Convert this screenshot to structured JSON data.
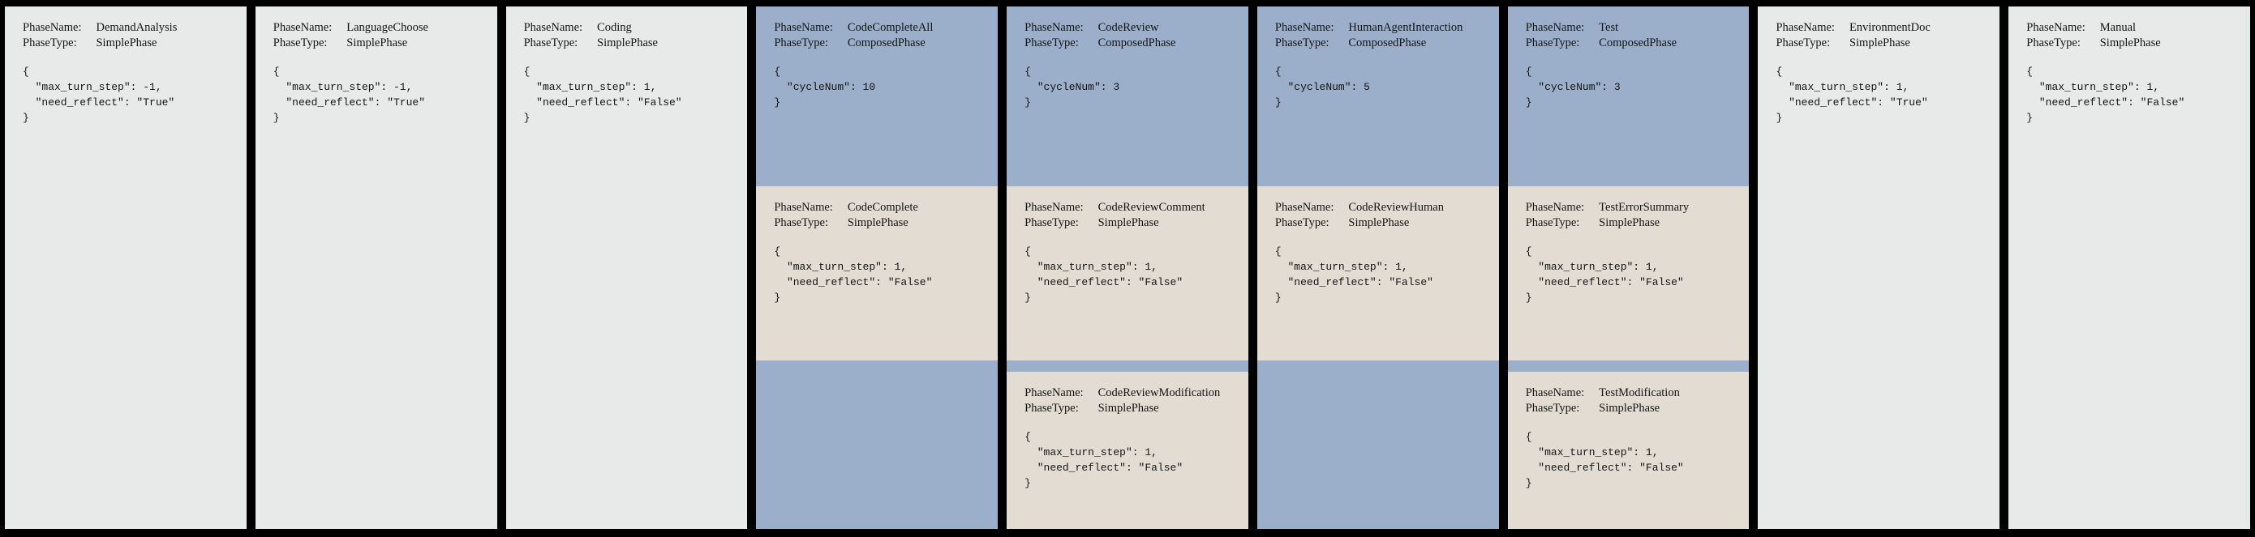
{
  "diagram": {
    "label_phase_name": "PhaseName:",
    "label_phase_type": "PhaseType:",
    "colors": {
      "background": "#000000",
      "simple_card": "#e7eae9",
      "composed_card": "#9cafca",
      "sub_card": "#e3dcd3",
      "text": "#141414"
    }
  },
  "phases": [
    {
      "name": "DemandAnalysis",
      "type": "SimplePhase",
      "config": "{\n  \"max_turn_step\": -1,\n  \"need_reflect\": \"True\"\n}",
      "kind": "simple",
      "subphases": []
    },
    {
      "name": "LanguageChoose",
      "type": "SimplePhase",
      "config": "{\n  \"max_turn_step\": -1,\n  \"need_reflect\": \"True\"\n}",
      "kind": "simple",
      "subphases": []
    },
    {
      "name": "Coding",
      "type": "SimplePhase",
      "config": "{\n  \"max_turn_step\": 1,\n  \"need_reflect\": \"False\"\n}",
      "kind": "simple",
      "subphases": []
    },
    {
      "name": "CodeCompleteAll",
      "type": "ComposedPhase",
      "config": "{\n  \"cycleNum\": 10\n}",
      "kind": "composed",
      "subphases": [
        {
          "name": "CodeComplete",
          "type": "SimplePhase",
          "config": "{\n  \"max_turn_step\": 1,\n  \"need_reflect\": \"False\"\n}"
        }
      ]
    },
    {
      "name": "CodeReview",
      "type": "ComposedPhase",
      "config": "{\n  \"cycleNum\": 3\n}",
      "kind": "composed",
      "subphases": [
        {
          "name": "CodeReviewComment",
          "type": "SimplePhase",
          "config": "{\n  \"max_turn_step\": 1,\n  \"need_reflect\": \"False\"\n}"
        },
        {
          "name": "CodeReviewModification",
          "type": "SimplePhase",
          "config": "{\n  \"max_turn_step\": 1,\n  \"need_reflect\": \"False\"\n}"
        }
      ]
    },
    {
      "name": "HumanAgentInteraction",
      "type": "ComposedPhase",
      "config": "{\n  \"cycleNum\": 5\n}",
      "kind": "composed",
      "subphases": [
        {
          "name": "CodeReviewHuman",
          "type": "SimplePhase",
          "config": "{\n  \"max_turn_step\": 1,\n  \"need_reflect\": \"False\"\n}"
        }
      ]
    },
    {
      "name": "Test",
      "type": "ComposedPhase",
      "config": "{\n  \"cycleNum\": 3\n}",
      "kind": "composed",
      "subphases": [
        {
          "name": "TestErrorSummary",
          "type": "SimplePhase",
          "config": "{\n  \"max_turn_step\": 1,\n  \"need_reflect\": \"False\"\n}"
        },
        {
          "name": "TestModification",
          "type": "SimplePhase",
          "config": "{\n  \"max_turn_step\": 1,\n  \"need_reflect\": \"False\"\n}"
        }
      ]
    },
    {
      "name": "EnvironmentDoc",
      "type": "SimplePhase",
      "config": "{\n  \"max_turn_step\": 1,\n  \"need_reflect\": \"True\"\n}",
      "kind": "simple",
      "subphases": []
    },
    {
      "name": "Manual",
      "type": "SimplePhase",
      "config": "{\n  \"max_turn_step\": 1,\n  \"need_reflect\": \"False\"\n}",
      "kind": "simple",
      "subphases": []
    }
  ]
}
